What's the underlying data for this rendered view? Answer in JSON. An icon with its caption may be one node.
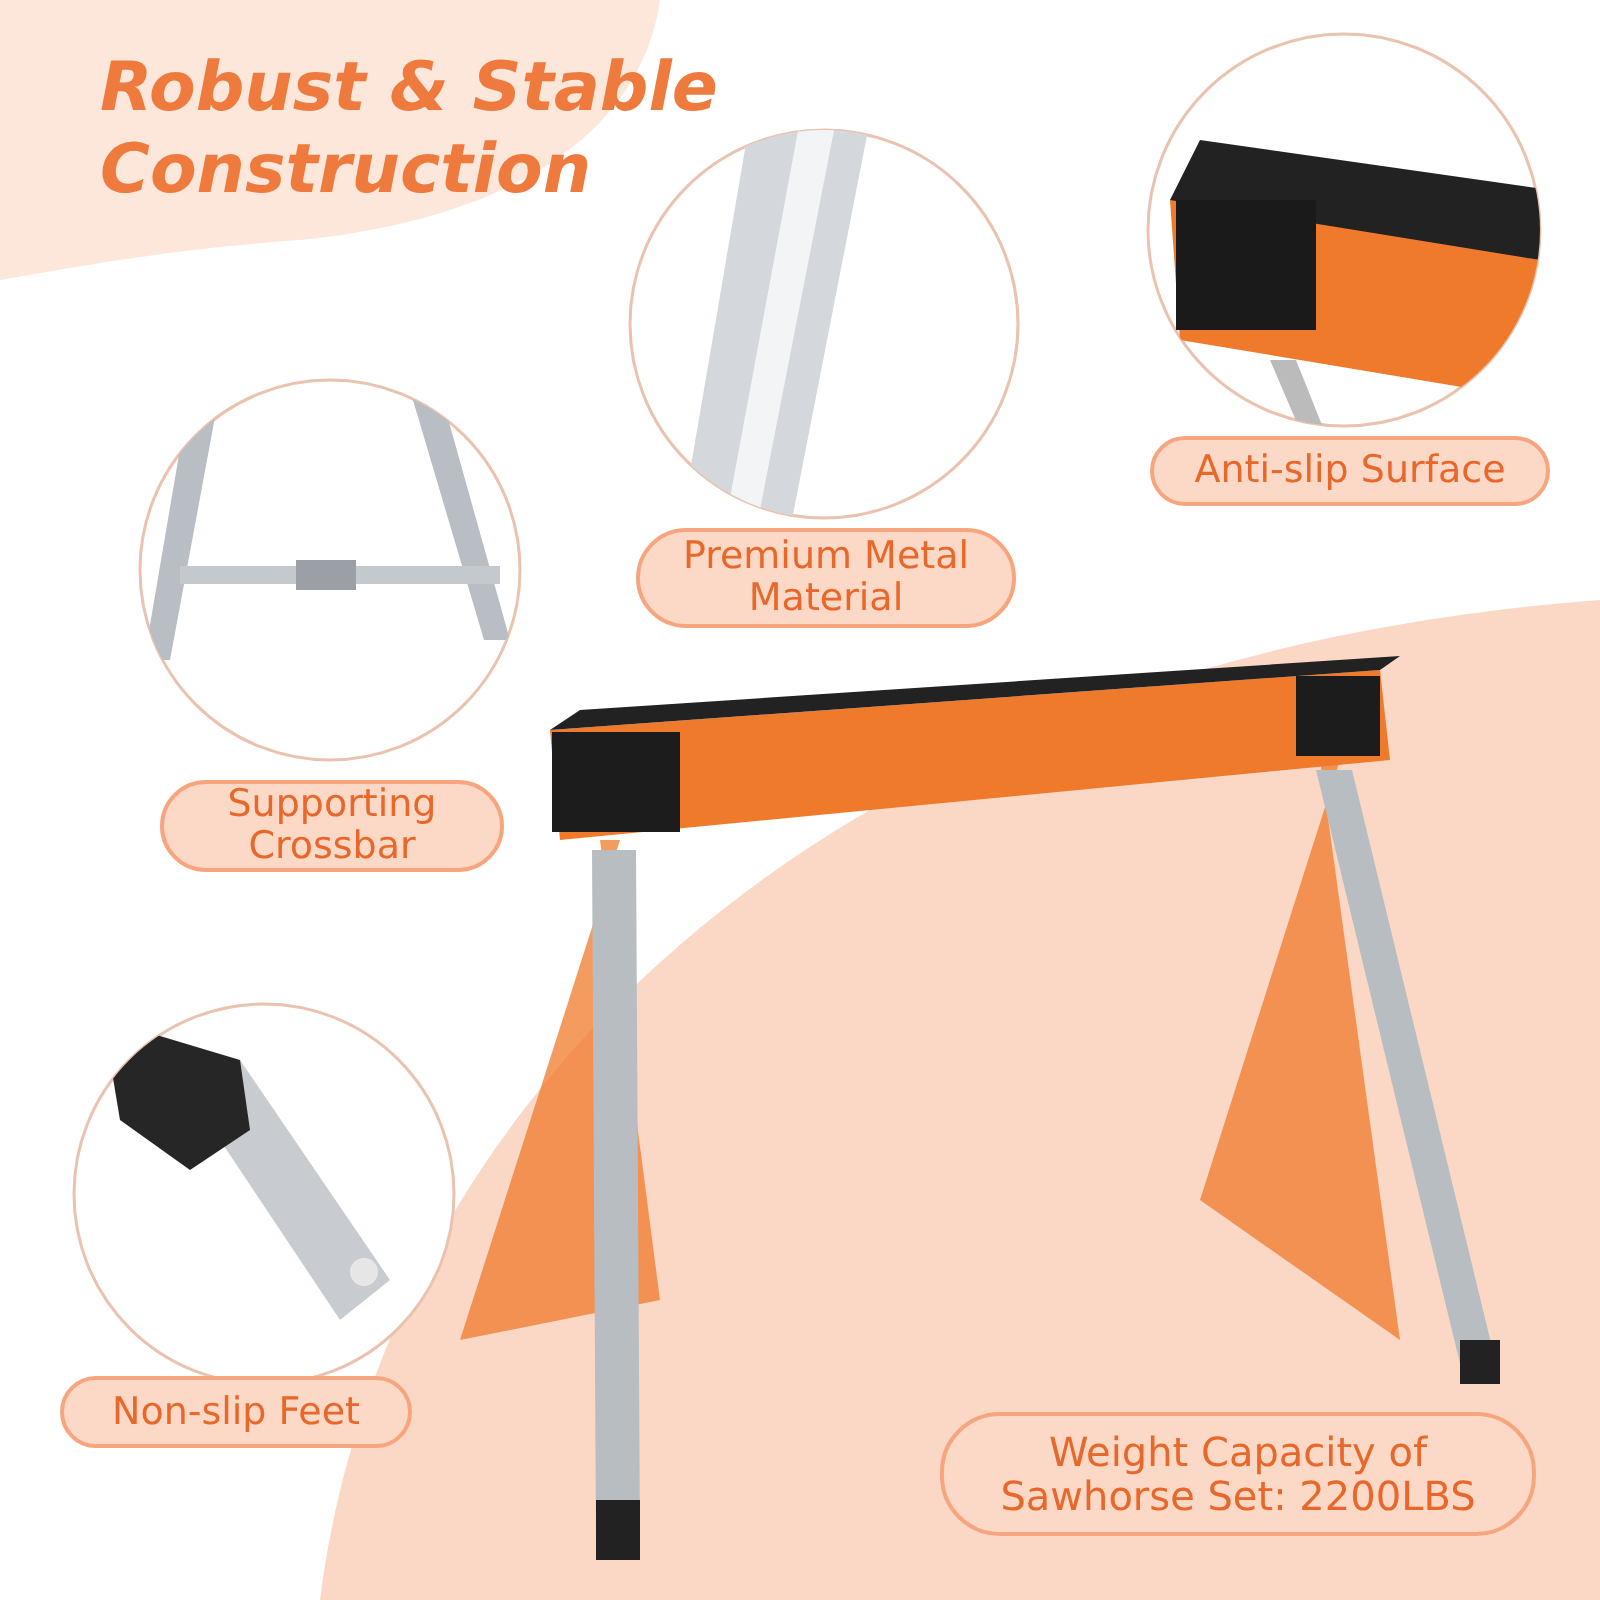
{
  "diagram": {
    "title": "Robust & Stable Construction",
    "nodes": [
      {
        "text": [
          "Premium Metal Material"
        ]
      },
      {
        "text": [
          "Anti-slip Surface"
        ]
      },
      {
        "text": [
          "Supporting Crossbar"
        ]
      },
      {
        "text": [
          "Non-slip Feet"
        ]
      },
      {
        "text": [
          "Weight Capacity of Sawhorse Set: 2200LBS"
        ]
      }
    ],
    "edges": []
  }
}
